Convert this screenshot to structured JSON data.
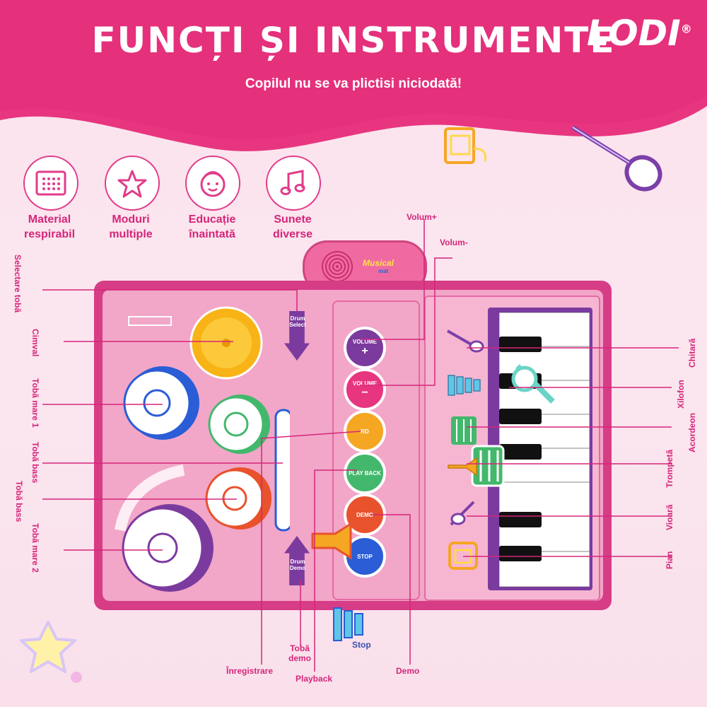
{
  "header": {
    "title": "FUNCȚI ȘI INSTRUMENTE",
    "subtitle": "Copilul nu se va plictisi niciodată!",
    "logo": "LODI",
    "logo_mark": "®"
  },
  "colors": {
    "accent": "#e23b8a",
    "header_bg": "#e8357f",
    "mat": "#f3a0c6",
    "label": "#d6257a"
  },
  "features": [
    {
      "icon": "grid-fabric-icon",
      "label": "Material respirabil"
    },
    {
      "icon": "star-icon",
      "label": "Moduri multiple"
    },
    {
      "icon": "child-face-icon",
      "label": "Educație înaintată"
    },
    {
      "icon": "music-note-icon",
      "label": "Sunete diverse"
    }
  ],
  "device": {
    "brand_top": "Musical",
    "brand_bottom": "mat"
  },
  "mat": {
    "drum_select": "Drum Select",
    "drum_demo": "Drum Demo",
    "buttons": [
      {
        "label": "VOLUME",
        "sign": "+"
      },
      {
        "label": "VOLUME",
        "sign": "−"
      },
      {
        "label": "RD"
      },
      {
        "label": "PLAY BACK"
      },
      {
        "label": "DEMO"
      },
      {
        "label": "STOP"
      }
    ],
    "stop_text": "Stop"
  },
  "callouts": {
    "left": [
      "Selectare tobă",
      "Cimval",
      "Tobă mare 1",
      "Tobă bass",
      "Tobă bass",
      "Tobă mare 2"
    ],
    "right": [
      "Chitară",
      "Xilofon",
      "Acordeon",
      "Trompetă",
      "Vioară",
      "Pian"
    ],
    "top": [
      "Volum+",
      "Volum-"
    ],
    "bottom": [
      "Înregistrare",
      "Tobă demo",
      "Playback",
      "Demo"
    ]
  }
}
